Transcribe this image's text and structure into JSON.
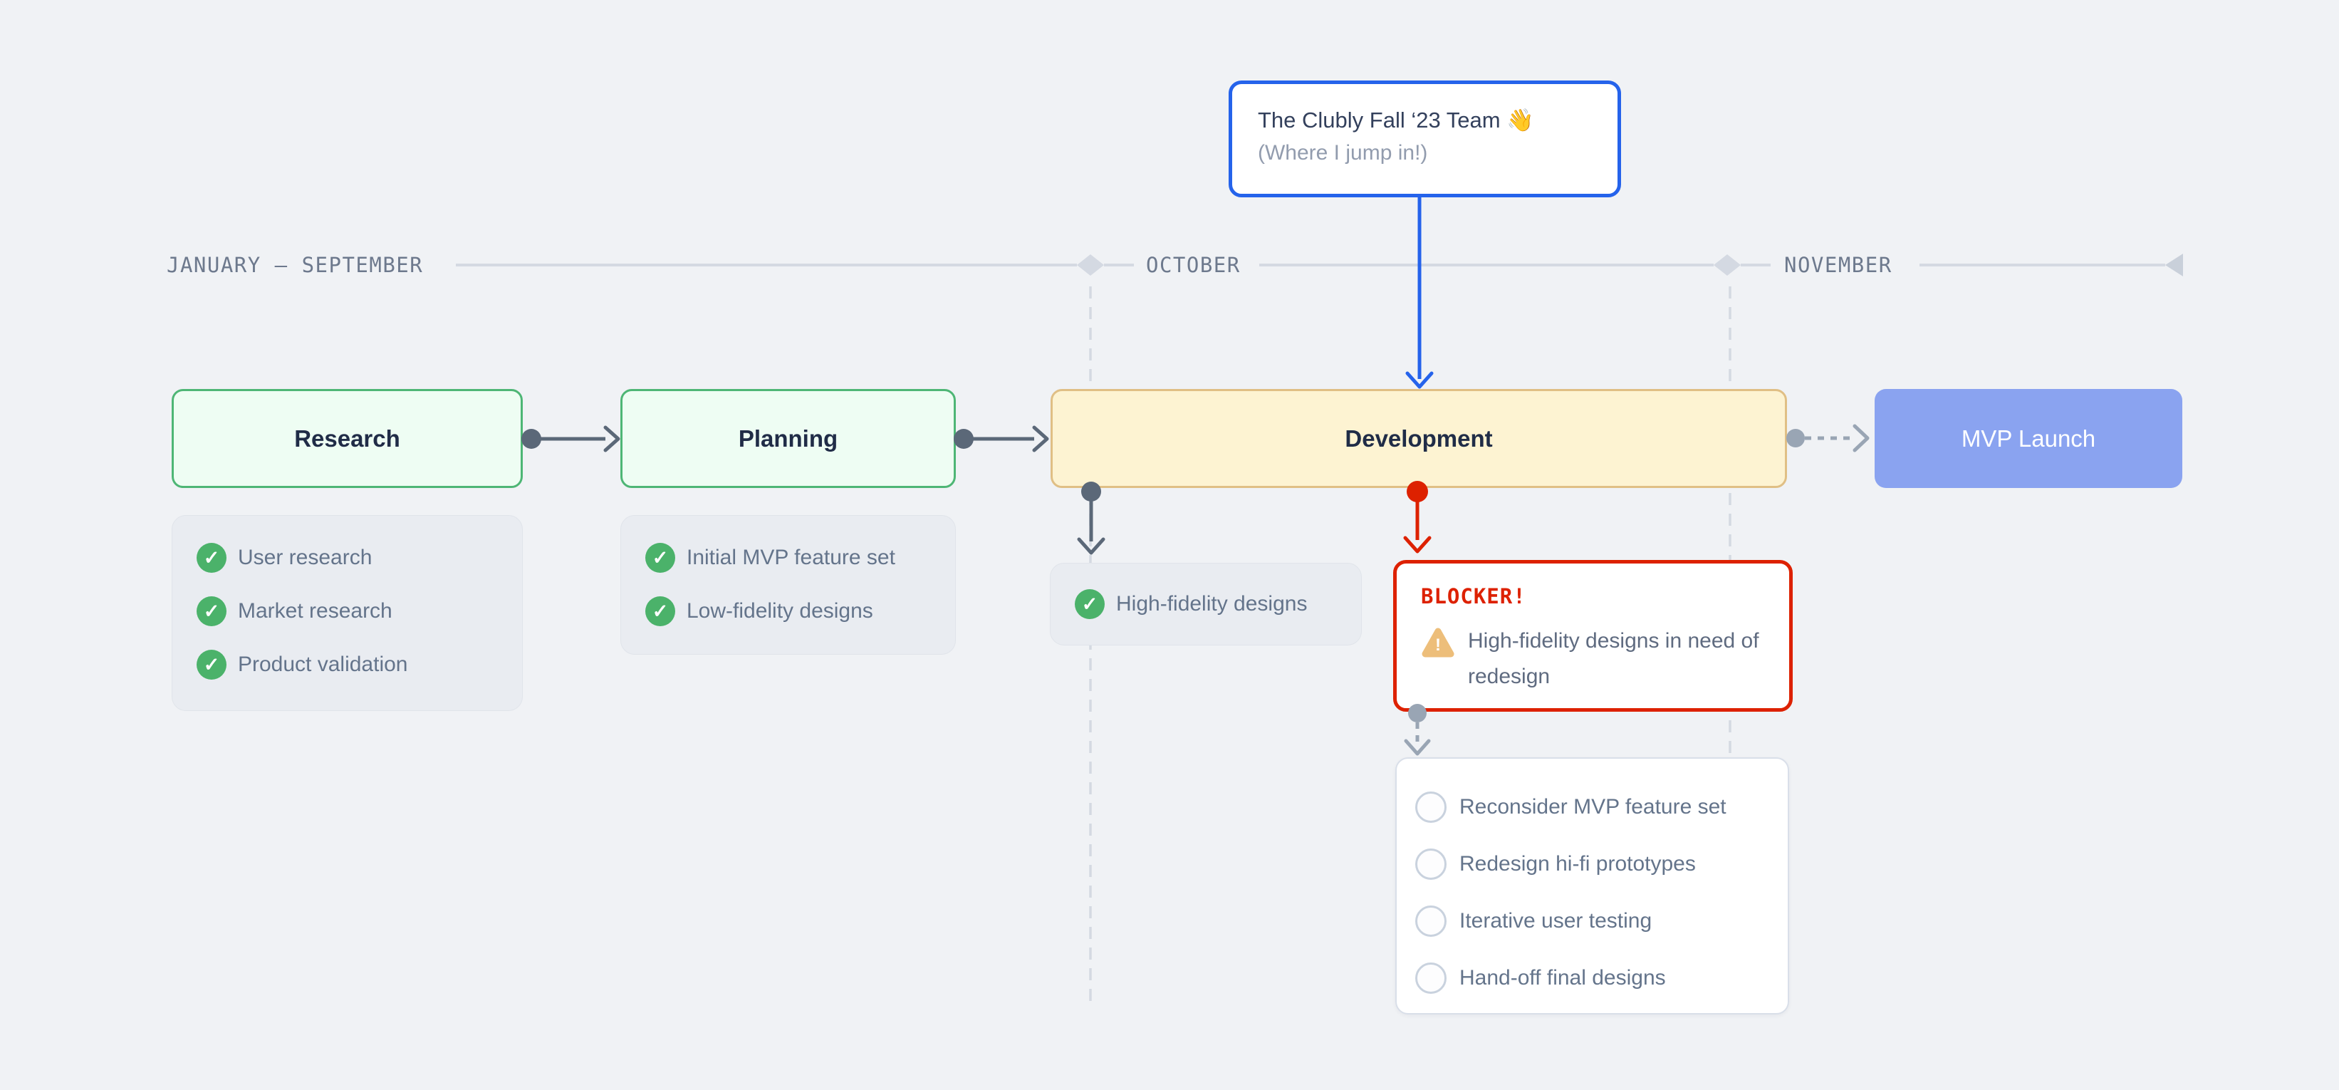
{
  "timeline": {
    "labels": [
      {
        "text": "JANUARY — SEPTEMBER"
      },
      {
        "text": "OCTOBER"
      },
      {
        "text": "NOVEMBER"
      }
    ],
    "line_color": "#d4d9e2",
    "label_color": "#6d798d"
  },
  "callout": {
    "line1": "The Clubly Fall ‘23 Team 👋",
    "line2": "(Where I jump in!)",
    "border_color": "#2563eb"
  },
  "stages": [
    {
      "label": "Research",
      "status": "done",
      "items": [
        "User research",
        "Market research",
        "Product validation"
      ]
    },
    {
      "label": "Planning",
      "status": "done",
      "items": [
        "Initial MVP feature set",
        "Low-fidelity designs"
      ]
    },
    {
      "label": "Development",
      "status": "active",
      "items": [
        "High-fidelity designs"
      ]
    },
    {
      "label": "MVP Launch",
      "status": "future",
      "items": []
    }
  ],
  "blocker": {
    "title": "BLOCKER!",
    "message": "High-fidelity designs in need of redesign",
    "border_color": "#dd2100"
  },
  "tasks": {
    "items": [
      "Reconsider MVP feature set",
      "Redesign hi-fi prototypes",
      "Iterative user testing",
      "Hand-off final designs"
    ]
  },
  "icons": {
    "check_glyph": "✓",
    "warning_glyph": "!"
  },
  "colors": {
    "background": "#f0f2f5",
    "stage_done_bg": "#eefdf3",
    "stage_done_border": "#4eb675",
    "stage_active_bg": "#fdf3d2",
    "stage_active_border": "#e0bf85",
    "stage_future_bg": "#8aa3f0",
    "connector_slate": "#5b6878",
    "connector_light": "#99a5b4",
    "accent_blue": "#2563eb",
    "accent_red": "#dd2100",
    "check_green": "#4bb26a",
    "warning_amber": "#edbe7a",
    "text_title": "#202c47",
    "text_item": "#64748b"
  }
}
